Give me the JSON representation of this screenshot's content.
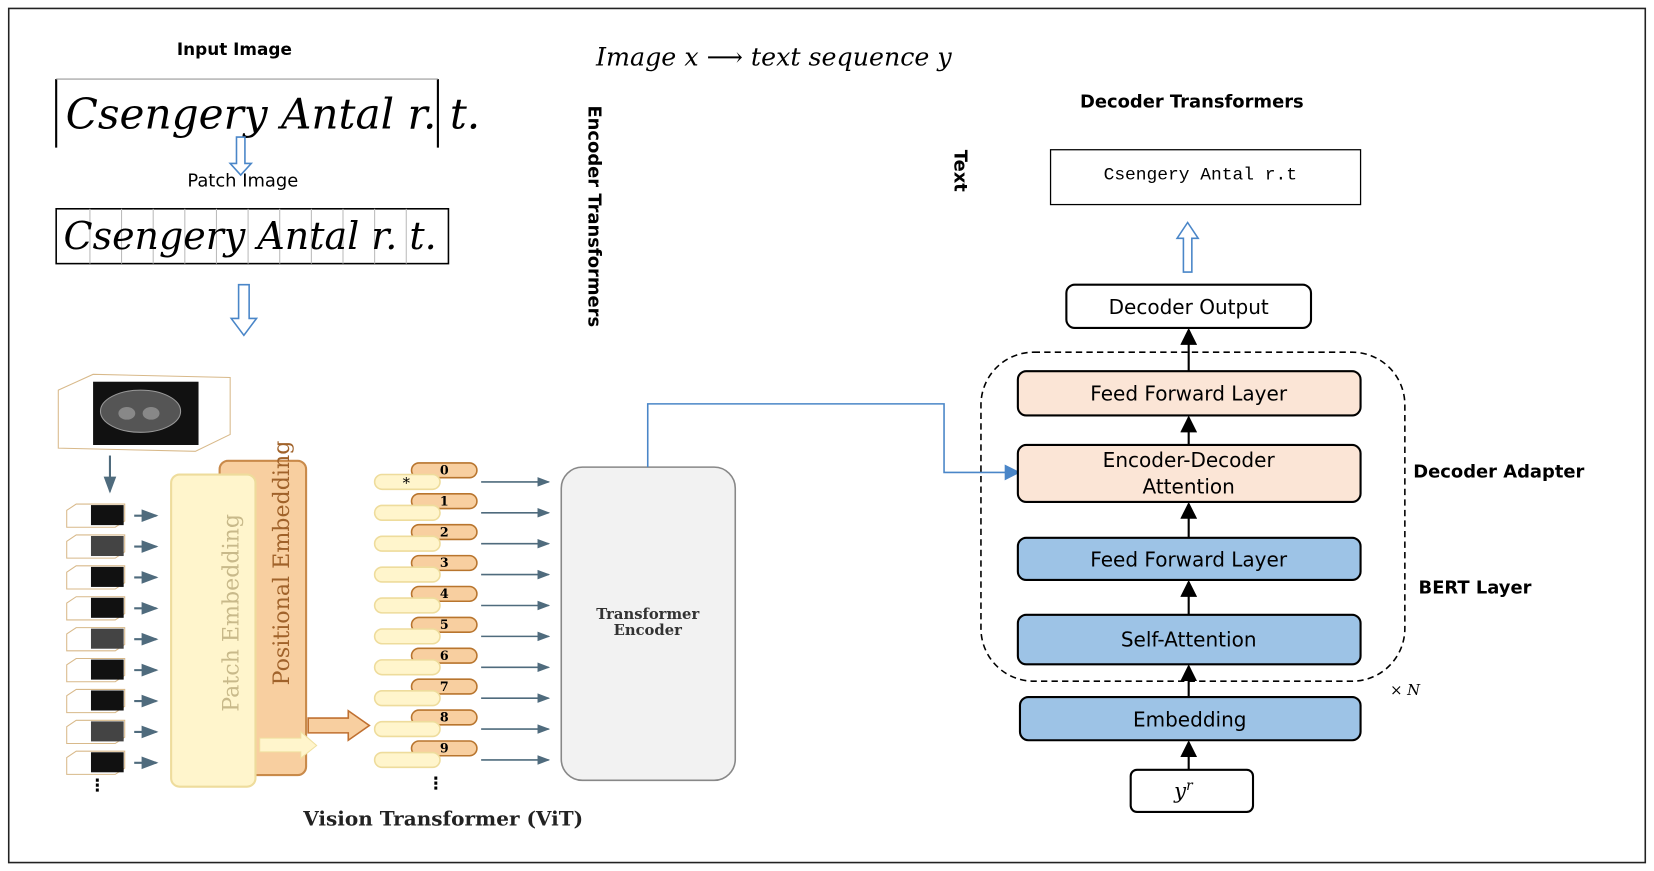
{
  "title": {
    "text": "Image x  ⟶  text sequence y"
  },
  "encoder": {
    "input_image_label": "Input Image",
    "input_image_handwriting": "Csengery Antal r. t.",
    "patch_image_label": "Patch  Image",
    "side_label": "Encoder Transformers",
    "patch_embedding": "Patch Embedding",
    "positional_embedding": "Positional Embedding",
    "tokens": [
      "0",
      "1",
      "2",
      "3",
      "4",
      "5",
      "6",
      "7",
      "8",
      "9"
    ],
    "cls_token": "*",
    "ellipsis": "⋮",
    "transformer_encoder": [
      "Transformer",
      "Encoder"
    ],
    "caption": "Vision Transformer (ViT)"
  },
  "decoder": {
    "heading": "Decoder Transformers",
    "text_label": "Text",
    "output_text": "Csengery Antal r.t",
    "decoder_output": "Decoder Output",
    "feed_forward_top": "Feed Forward Layer",
    "enc_dec_attention": [
      "Encoder-Decoder",
      "Attention"
    ],
    "feed_forward_bottom": "Feed Forward Layer",
    "self_attention": "Self-Attention",
    "repeat": "× N",
    "embedding": "Embedding",
    "input": "y",
    "input_sup": "r",
    "decoder_adapter_label": "Decoder Adapter",
    "bert_layer_label": "BERT Layer"
  },
  "colors": {
    "adapter_fill": "#fbe5d6",
    "bert_fill": "#9dc3e6",
    "patch_embed_fill": "#fff5cc",
    "pos_embed_fill": "#f8cfa0",
    "connector": "#4a86c8"
  }
}
